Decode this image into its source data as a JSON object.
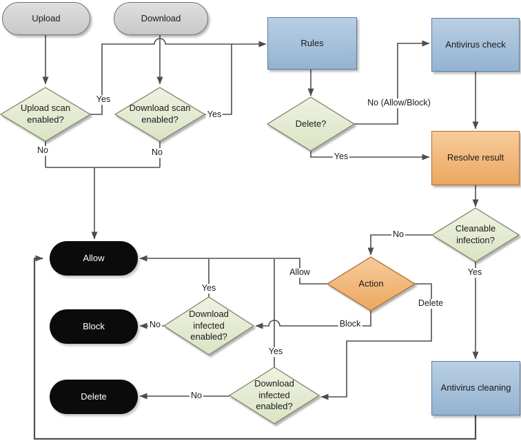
{
  "diagram_type": "flowchart",
  "colors": {
    "canvas_bg": "#ffffff",
    "connector": "#4d4d4d",
    "text": "#1a1a1a",
    "stadium_top": "#dfdfdf",
    "stadium_bottom": "#c8c8c8",
    "stadium_border": "#707070",
    "blue_top": "#b9cfe4",
    "blue_bottom": "#94b3d1",
    "blue_border": "#5a7da0",
    "orange_top": "#f7cb9c",
    "orange_bottom": "#eca75f",
    "orange_border": "#ad6b2d",
    "green_top": "#eef2e1",
    "green_bottom": "#dbe3c4",
    "green_border": "#7a8566",
    "terminal_fill": "#0b0b0b",
    "terminal_text": "#ffffff"
  },
  "nodes": {
    "upload": {
      "label": "Upload",
      "type": "start"
    },
    "download": {
      "label": "Download",
      "type": "start"
    },
    "rules": {
      "label": "Rules",
      "type": "process"
    },
    "antivirus_check": {
      "label": "Antivirus check",
      "type": "process"
    },
    "resolve_result": {
      "label": "Resolve result",
      "type": "process"
    },
    "antivirus_cleaning": {
      "label": "Antivirus cleaning",
      "type": "process"
    },
    "upload_scan": {
      "label": "Upload scan enabled?",
      "type": "decision"
    },
    "download_scan": {
      "label": "Download scan enabled?",
      "type": "decision"
    },
    "delete_q": {
      "label": "Delete?",
      "type": "decision"
    },
    "cleanable": {
      "label": "Cleanable infection?",
      "type": "decision"
    },
    "action": {
      "label": "Action",
      "type": "decision"
    },
    "download_infected_1": {
      "label": "Download infected enabled?",
      "type": "decision"
    },
    "download_infected_2": {
      "label": "Download infected enabled?",
      "type": "decision"
    },
    "allow": {
      "label": "Allow",
      "type": "terminal"
    },
    "block": {
      "label": "Block",
      "type": "terminal"
    },
    "delete": {
      "label": "Delete",
      "type": "terminal"
    }
  },
  "edge_labels": {
    "upload_scan_yes": "Yes",
    "upload_scan_no": "No",
    "download_scan_yes": "Yes",
    "download_scan_no": "No",
    "delete_no": "No (Allow/Block)",
    "delete_yes": "Yes",
    "cleanable_no": "No",
    "cleanable_yes": "Yes",
    "action_allow": "Allow",
    "action_block": "Block",
    "action_delete": "Delete",
    "infected1_yes": "Yes",
    "infected1_no": "No",
    "infected2_yes": "Yes",
    "infected2_no": "No"
  },
  "edges": [
    {
      "from": "upload",
      "to": "upload_scan",
      "label": ""
    },
    {
      "from": "download",
      "to": "download_scan",
      "label": ""
    },
    {
      "from": "upload_scan",
      "to": "rules",
      "label": "Yes"
    },
    {
      "from": "upload_scan",
      "to": "allow",
      "label": "No"
    },
    {
      "from": "download_scan",
      "to": "rules",
      "label": "Yes"
    },
    {
      "from": "download_scan",
      "to": "allow",
      "label": "No"
    },
    {
      "from": "rules",
      "to": "delete_q",
      "label": ""
    },
    {
      "from": "delete_q",
      "to": "antivirus_check",
      "label": "No (Allow/Block)"
    },
    {
      "from": "delete_q",
      "to": "resolve_result",
      "label": "Yes"
    },
    {
      "from": "antivirus_check",
      "to": "resolve_result",
      "label": ""
    },
    {
      "from": "resolve_result",
      "to": "cleanable",
      "label": ""
    },
    {
      "from": "cleanable",
      "to": "action",
      "label": "No"
    },
    {
      "from": "cleanable",
      "to": "antivirus_cleaning",
      "label": "Yes"
    },
    {
      "from": "action",
      "to": "allow",
      "label": "Allow"
    },
    {
      "from": "action",
      "to": "download_infected_1",
      "label": "Block"
    },
    {
      "from": "action",
      "to": "download_infected_2",
      "label": "Delete"
    },
    {
      "from": "download_infected_1",
      "to": "allow",
      "label": "Yes"
    },
    {
      "from": "download_infected_1",
      "to": "block",
      "label": "No"
    },
    {
      "from": "download_infected_2",
      "to": "allow",
      "label": "Yes"
    },
    {
      "from": "download_infected_2",
      "to": "delete",
      "label": "No"
    },
    {
      "from": "antivirus_cleaning",
      "to": "allow",
      "label": ""
    }
  ]
}
